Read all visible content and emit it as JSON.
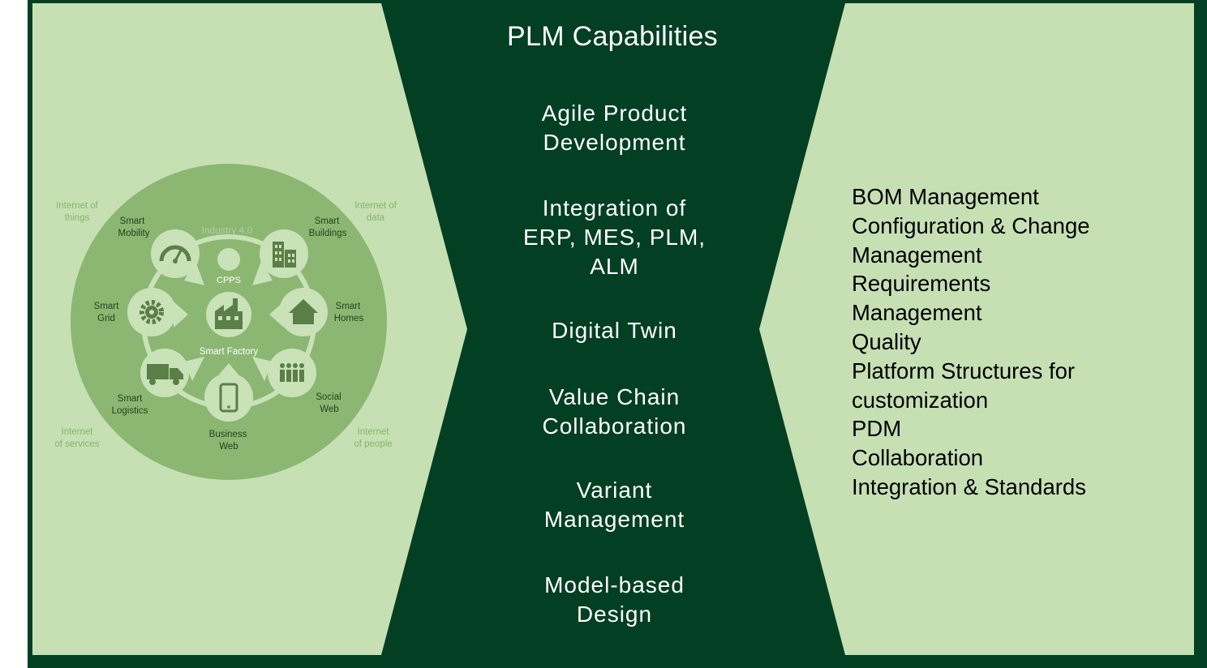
{
  "title": "PLM Capabilities",
  "capabilities": [
    "Agile Product\nDevelopment",
    "Integration of\nERP, MES, PLM,\nALM",
    "Digital Twin",
    "Value Chain\nCollaboration",
    "Variant\nManagement",
    "Model-based\nDesign"
  ],
  "right_items": [
    "BOM Management",
    "Configuration & Change",
    "Management",
    "Requirements",
    "Management",
    "Quality",
    "Platform Structures for",
    "customization",
    "PDM",
    "Collaboration",
    "Integration & Standards"
  ],
  "industry": {
    "center_title": "Industry 4.0",
    "cpps": "CPPS",
    "factory": "Smart Factory",
    "outer": {
      "things": [
        "Internet of",
        "things"
      ],
      "data": [
        "Internet of",
        "data"
      ],
      "services": [
        "Internet",
        "of services"
      ],
      "people": [
        "Internet",
        "of people"
      ]
    },
    "nodes": {
      "mobility": [
        "Smart",
        "Mobility"
      ],
      "buildings": [
        "Smart",
        "Buildings"
      ],
      "grid": [
        "Smart",
        "Grid"
      ],
      "homes": [
        "Smart",
        "Homes"
      ],
      "logistics": [
        "Smart",
        "Logistics"
      ],
      "social": [
        "Social",
        "Web"
      ],
      "business": [
        "Business",
        "Web"
      ]
    }
  },
  "colors": {
    "dark_green": "#023f23",
    "light_panel": "#c6e0b3",
    "circle": "#8bb772",
    "node": "#c9e2b8",
    "icon": "#5a7f47",
    "label_dark": "#27401c",
    "label_light": "#ffffff",
    "outer_label": "#82b769",
    "center_title": "#b5cca5"
  }
}
